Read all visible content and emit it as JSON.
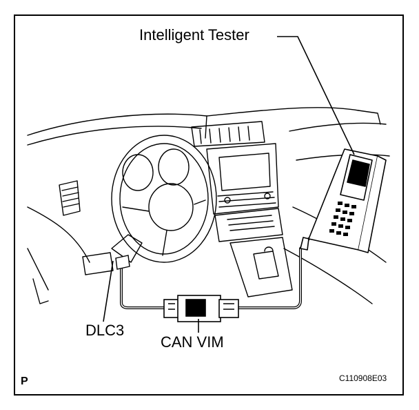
{
  "labels": {
    "intelligent_tester": "Intelligent Tester",
    "dlc3": "DLC3",
    "can_vim": "CAN VIM",
    "corner_mark": "P",
    "figure_code": "C110908E03"
  }
}
